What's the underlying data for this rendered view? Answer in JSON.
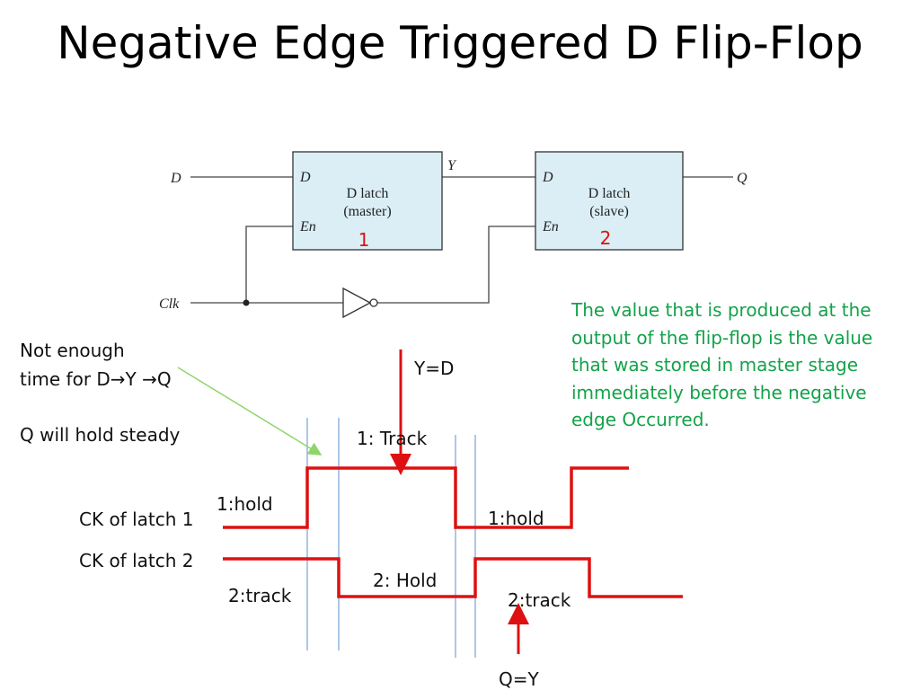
{
  "title": "Negative Edge Triggered D Flip-Flop",
  "circuit": {
    "input_d": "D",
    "input_clk": "Clk",
    "output_q": "Q",
    "wire_y": "Y",
    "master": {
      "pin_d": "D",
      "pin_en": "En",
      "name": "D latch",
      "role": "(master)",
      "number": "1"
    },
    "slave": {
      "pin_d": "D",
      "pin_en": "En",
      "name": "D latch",
      "role": "(slave)",
      "number": "2"
    }
  },
  "annotations": {
    "not_enough_line1": "Not enough",
    "not_enough_line2": "time for D→Y →Q",
    "q_hold": "Q will hold steady",
    "y_eq_d": "Y=D",
    "q_eq_y": "Q=Y",
    "track1": "1: Track",
    "hold1_left": "1:hold",
    "hold1_right": "1:hold",
    "hold2": "2: Hold",
    "track2_left": "2:track",
    "track2_right": "2:track",
    "ck_latch1": "CK of latch 1",
    "ck_latch2": "CK of latch 2",
    "explanation": "The value that is produced at the output of the flip-flop is the value that was stored in master stage immediately before the negative edge Occurred."
  },
  "colors": {
    "latch_fill": "#dbeef6",
    "waveform": "#dd1111",
    "latch_number": "#dd1111",
    "guide_line": "#5b8fd0",
    "pointer_arrow": "#8ed66a",
    "explanation_text": "#13a24a"
  }
}
